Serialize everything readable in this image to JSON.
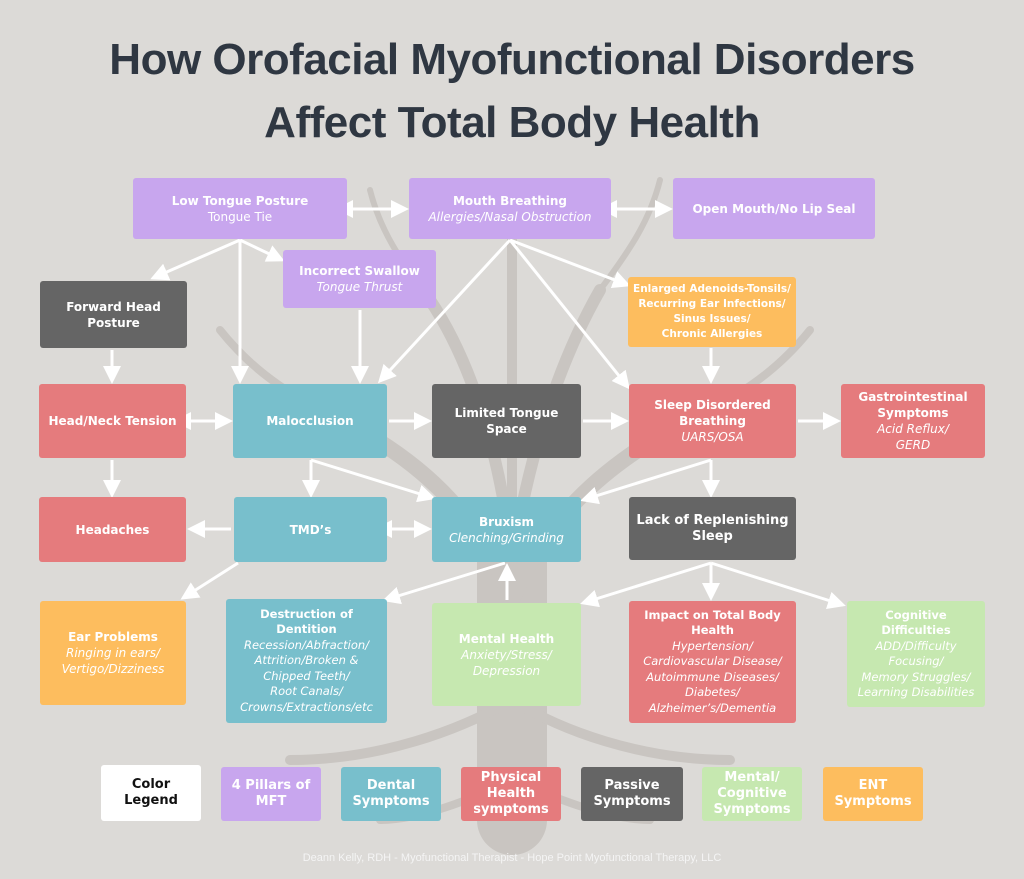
{
  "title": {
    "line1": "How Orofacial Myofunctional Disorders",
    "line2": "Affect Total Body Health"
  },
  "colors": {
    "purple": "#c8a6ee",
    "gray": "#656565",
    "orange": "#fdbd5e",
    "red": "#e57b7d",
    "teal": "#78bfcc",
    "green": "#c6e8b0",
    "background": "#dcdad7",
    "title": "#2f3742"
  },
  "nodes": {
    "low_tongue": {
      "title": "Low Tongue Posture",
      "sub": "Tongue Tie"
    },
    "mouth_breathing": {
      "title": "Mouth Breathing",
      "sub": "Allergies/Nasal Obstruction"
    },
    "open_mouth": {
      "title": "Open Mouth/No Lip Seal"
    },
    "incorrect_swallow": {
      "title": "Incorrect Swallow",
      "sub": "Tongue Thrust"
    },
    "forward_head": {
      "title": "Forward Head\nPosture"
    },
    "enlarged_adenoids": {
      "title": "Enlarged Adenoids-Tonsils/\nRecurring Ear Infections/\nSinus Issues/\nChronic Allergies"
    },
    "head_neck": {
      "title": "Head/Neck Tension"
    },
    "malocclusion": {
      "title": "Malocclusion"
    },
    "limited_tongue": {
      "title": "Limited Tongue Space"
    },
    "sleep_disordered": {
      "title": "Sleep Disordered\nBreathing",
      "sub": "UARS/OSA"
    },
    "gastro": {
      "title": "Gastrointestinal\nSymptoms",
      "sub": "Acid Reflux/\nGERD"
    },
    "headaches": {
      "title": "Headaches"
    },
    "tmd": {
      "title": "TMD’s"
    },
    "bruxism": {
      "title": "Bruxism",
      "sub": "Clenching/Grinding"
    },
    "lack_sleep": {
      "title": "Lack of Replenishing\nSleep"
    },
    "ear_problems": {
      "title": "Ear Problems",
      "sub": "Ringing in ears/\nVertigo/Dizziness"
    },
    "destruction": {
      "title": "Destruction of\nDentition",
      "sub": "Recession/Abfraction/\nAttrition/Broken &\nChipped Teeth/\nRoot Canals/\nCrowns/Extractions/etc"
    },
    "mental_health": {
      "title": "Mental Health",
      "sub": "Anxiety/Stress/\nDepression"
    },
    "impact": {
      "title": "Impact on Total Body\nHealth",
      "sub": "Hypertension/\nCardiovascular Disease/\nAutoimmune Diseases/\nDiabetes/\nAlzheimer’s/Dementia"
    },
    "cognitive": {
      "title": "Cognitive\nDifficulties",
      "sub": "ADD/Difficulty\nFocusing/\nMemory Struggles/\nLearning Disabilities"
    }
  },
  "legend": {
    "color_legend": "Color Legend",
    "pillars": "4 Pillars of\nMFT",
    "dental": "Dental\nSymptoms",
    "physical": "Physical\nHealth\nsymptoms",
    "passive": "Passive\nSymptoms",
    "mental": "Mental/\nCognitive\nSymptoms",
    "ent": "ENT\nSymptoms"
  },
  "footer": "Deann Kelly, RDH  -  Myofunctional Therapist  -  Hope Point Myofunctional Therapy, LLC"
}
